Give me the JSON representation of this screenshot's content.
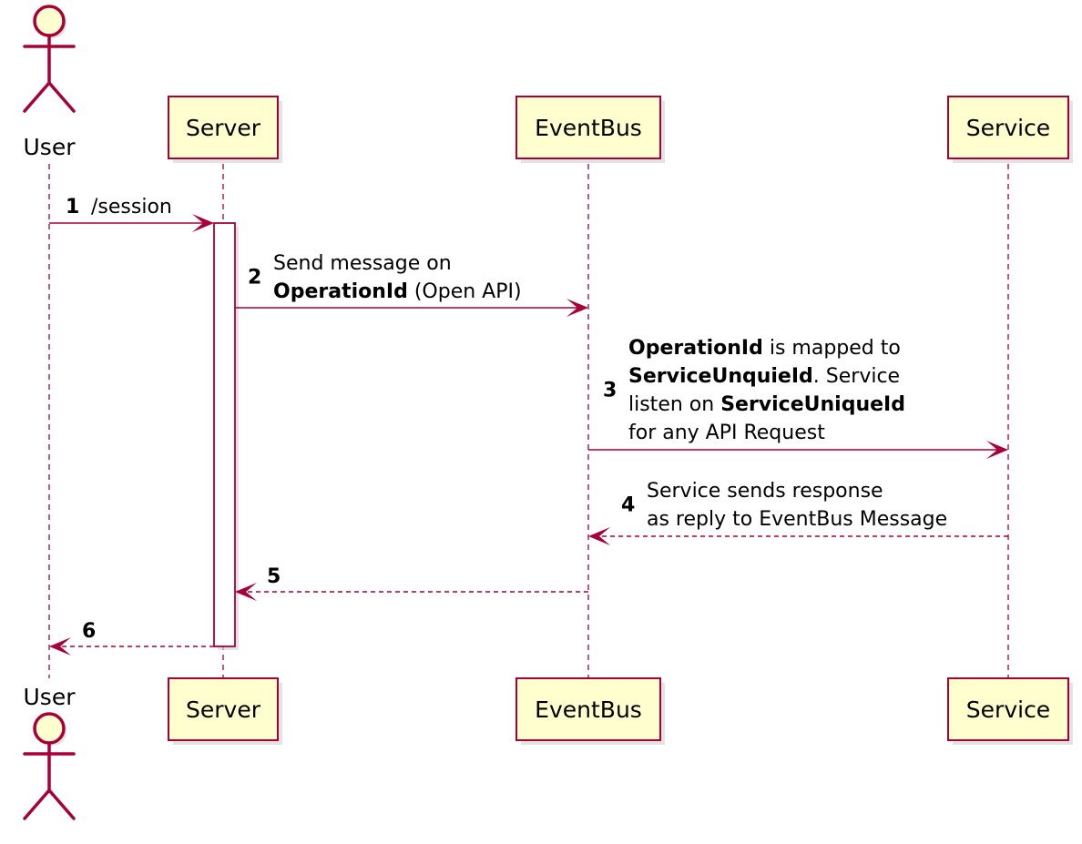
{
  "participants": [
    {
      "id": "user",
      "label": "User",
      "kind": "actor"
    },
    {
      "id": "server",
      "label": "Server",
      "kind": "participant"
    },
    {
      "id": "eventbus",
      "label": "EventBus",
      "kind": "participant"
    },
    {
      "id": "service",
      "label": "Service",
      "kind": "participant"
    }
  ],
  "messages": [
    {
      "number": "1",
      "from": "user",
      "to": "server",
      "style": "solid",
      "lines": [
        [
          {
            "text": "/session",
            "bold": false
          }
        ]
      ]
    },
    {
      "number": "2",
      "from": "server",
      "to": "eventbus",
      "style": "solid",
      "lines": [
        [
          {
            "text": "Send message on",
            "bold": false
          }
        ],
        [
          {
            "text": "OperationId",
            "bold": true
          },
          {
            "text": " (Open API)",
            "bold": false
          }
        ]
      ]
    },
    {
      "number": "3",
      "from": "eventbus",
      "to": "service",
      "style": "solid",
      "lines": [
        [
          {
            "text": "OperationId",
            "bold": true
          },
          {
            "text": " is mapped to",
            "bold": false
          }
        ],
        [
          {
            "text": "ServiceUnquieId",
            "bold": true
          },
          {
            "text": ". Service",
            "bold": false
          }
        ],
        [
          {
            "text": "listen on ",
            "bold": false
          },
          {
            "text": "ServiceUniqueId",
            "bold": true
          }
        ],
        [
          {
            "text": " for any API Request",
            "bold": false
          }
        ]
      ]
    },
    {
      "number": "4",
      "from": "service",
      "to": "eventbus",
      "style": "dashed",
      "lines": [
        [
          {
            "text": "Service sends response",
            "bold": false
          }
        ],
        [
          {
            "text": "as reply to EventBus Message",
            "bold": false
          }
        ]
      ]
    },
    {
      "number": "5",
      "from": "eventbus",
      "to": "server",
      "style": "dashed",
      "lines": []
    },
    {
      "number": "6",
      "from": "server",
      "to": "user",
      "style": "dashed",
      "lines": []
    }
  ],
  "activations": [
    {
      "participant": "server",
      "from_message": "1",
      "to_message": "6"
    }
  ],
  "colors": {
    "border": "#A80036",
    "participant_fill": "#FEFECE",
    "background": "#FFFFFF",
    "text": "#000000"
  }
}
